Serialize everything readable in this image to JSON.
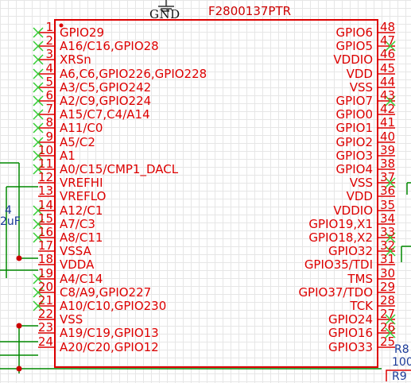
{
  "schematic": {
    "part_name": "F2800137PTR",
    "gnd_label": "GND",
    "left_pins": [
      {
        "num": "1",
        "name": "GPIO29"
      },
      {
        "num": "2",
        "name": "A16/C16,GPIO28"
      },
      {
        "num": "3",
        "name": "XRSn"
      },
      {
        "num": "4",
        "name": "A6,C6,GPIO226,GPIO228"
      },
      {
        "num": "5",
        "name": "A3/C5,GPIO242"
      },
      {
        "num": "6",
        "name": "A2/C9,GPIO224"
      },
      {
        "num": "7",
        "name": "A15/C7,C4/A14"
      },
      {
        "num": "8",
        "name": "A11/C0"
      },
      {
        "num": "9",
        "name": "A5/C2"
      },
      {
        "num": "10",
        "name": "A1"
      },
      {
        "num": "11",
        "name": "A0/C15/CMP1_DACL"
      },
      {
        "num": "12",
        "name": "VREFHI"
      },
      {
        "num": "13",
        "name": "VREFLO"
      },
      {
        "num": "14",
        "name": "A12/C1"
      },
      {
        "num": "15",
        "name": "A7/C3"
      },
      {
        "num": "16",
        "name": "A8/C11"
      },
      {
        "num": "17",
        "name": "VSSA"
      },
      {
        "num": "18",
        "name": "VDDA"
      },
      {
        "num": "19",
        "name": "A4/C14"
      },
      {
        "num": "20",
        "name": "C8/A9,GPIO227"
      },
      {
        "num": "21",
        "name": "A10/C10,GPIO230"
      },
      {
        "num": "22",
        "name": "VSS"
      },
      {
        "num": "23",
        "name": "A19/C19,GPIO13"
      },
      {
        "num": "24",
        "name": "A20/C20,GPIO12"
      }
    ],
    "right_pins": [
      {
        "num": "48",
        "name": "GPIO6"
      },
      {
        "num": "47",
        "name": "GPIO5"
      },
      {
        "num": "46",
        "name": "VDDIO"
      },
      {
        "num": "45",
        "name": "VDD"
      },
      {
        "num": "44",
        "name": "VSS"
      },
      {
        "num": "43",
        "name": "GPIO7"
      },
      {
        "num": "42",
        "name": "GPIO0"
      },
      {
        "num": "41",
        "name": "GPIO1"
      },
      {
        "num": "40",
        "name": "GPIO2"
      },
      {
        "num": "39",
        "name": "GPIO3"
      },
      {
        "num": "38",
        "name": "GPIO4"
      },
      {
        "num": "37",
        "name": "VSS"
      },
      {
        "num": "36",
        "name": "VDD"
      },
      {
        "num": "35",
        "name": "VDDIO"
      },
      {
        "num": "34",
        "name": "GPIO19,X1"
      },
      {
        "num": "33",
        "name": "GPIO18,X2"
      },
      {
        "num": "32",
        "name": "GPIO32"
      },
      {
        "num": "31",
        "name": "GPIO35/TDI"
      },
      {
        "num": "30",
        "name": "TMS"
      },
      {
        "num": "29",
        "name": "GPIO37/TDO"
      },
      {
        "num": "28",
        "name": "TCK"
      },
      {
        "num": "27",
        "name": "GPIO24"
      },
      {
        "num": "26",
        "name": "GPIO16"
      },
      {
        "num": "25",
        "name": "GPIO33"
      }
    ],
    "side_labels": {
      "cap_ref": "4",
      "cap_value": "2uF",
      "res_ref": "R8",
      "res_value": "100",
      "partial_ref": "R9"
    },
    "colors": {
      "component": "#dd0000",
      "wire": "#008800",
      "no_connect": "#33cc33",
      "junction": "#cc0000",
      "ground": "#333333",
      "grid": "#e6e6e6"
    }
  }
}
